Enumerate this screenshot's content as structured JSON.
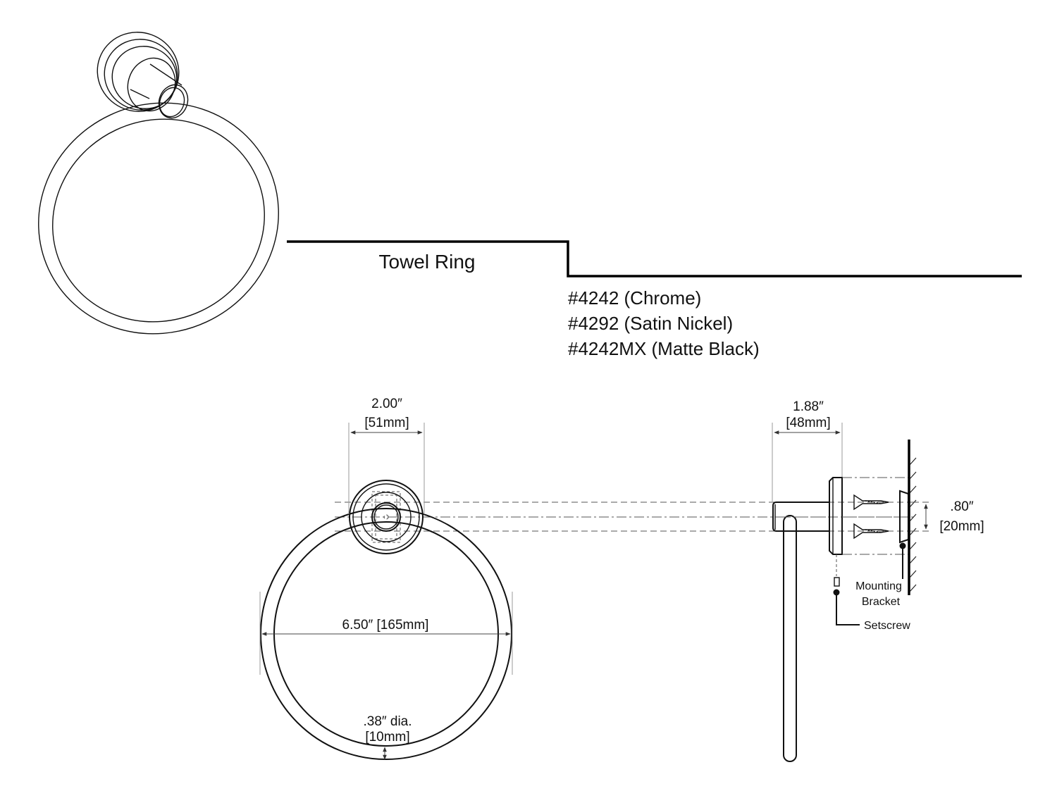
{
  "title": "Towel Ring",
  "models": [
    "#4242 (Chrome)",
    "#4292 (Satin Nickel)",
    "#4242MX (Matte Black)"
  ],
  "front_view": {
    "flange_width_in": "2.00″",
    "flange_width_mm": "[51mm]",
    "ring_diameter": "6.50″ [165mm]",
    "rod_dia_in": ".38″ dia.",
    "rod_dia_mm": "[10mm]"
  },
  "side_view": {
    "projection_in": "1.88″",
    "projection_mm": "[48mm]",
    "screw_spacing_in": ".80″",
    "screw_spacing_mm": "[20mm]",
    "callout_bracket_line1": "Mounting",
    "callout_bracket_line2": "Bracket",
    "callout_setscrew": "Setscrew"
  }
}
